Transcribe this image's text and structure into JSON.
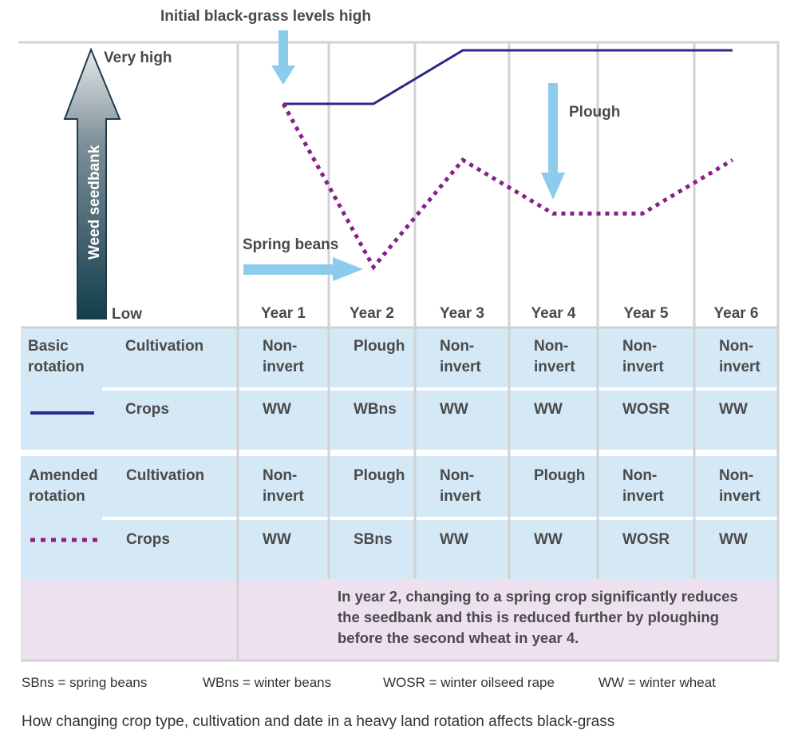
{
  "annotations": {
    "initial": "Initial black-grass levels high",
    "plough": "Plough",
    "spring_beans": "Spring beans"
  },
  "axis": {
    "label": "Weed seedbank",
    "high": "Very high",
    "low": "Low"
  },
  "years": [
    "Year 1",
    "Year 2",
    "Year 3",
    "Year 4",
    "Year 5",
    "Year 6"
  ],
  "basic": {
    "label": "Basic rotation",
    "cultivation_label": "Cultivation",
    "crops_label": "Crops",
    "cultivation": [
      "Non-\ninvert",
      "Plough",
      "Non-\ninvert",
      "Non-\ninvert",
      "Non-\ninvert",
      "Non-\ninvert"
    ],
    "crops": [
      "WW",
      "WBns",
      "WW",
      "WW",
      "WOSR",
      "WW"
    ]
  },
  "amended": {
    "label": "Amended rotation",
    "cultivation_label": "Cultivation",
    "crops_label": "Crops",
    "cultivation": [
      "Non-\ninvert",
      "Plough",
      "Non-\ninvert",
      "Plough",
      "Non-\ninvert",
      "Non-\ninvert"
    ],
    "crops": [
      "WW",
      "SBns",
      "WW",
      "WW",
      "WOSR",
      "WW"
    ]
  },
  "note": "In year 2, changing to a spring crop significantly reduces the seedbank and this is reduced further by ploughing before the second wheat in year 4.",
  "key": [
    "SBns = spring beans",
    "WBns = winter beans",
    "WOSR = winter oilseed rape",
    "WW = winter wheat"
  ],
  "caption": "How changing crop type, cultivation and date in a heavy land rotation affects black-grass",
  "colors": {
    "basic": "#2b2a8a",
    "amended": "#8a1f8a",
    "arrow": "#8ccbec",
    "cell": "#d4e8f6",
    "note": "#ede1f0",
    "grid": "#d2d2d2"
  },
  "chart_data": {
    "type": "line",
    "x": [
      "Year 1",
      "Year 2",
      "Year 3",
      "Year 4",
      "Year 5",
      "Year 6"
    ],
    "ylabel": "Weed seedbank",
    "ylim": [
      0,
      100
    ],
    "series": [
      {
        "name": "Basic rotation",
        "values": [
          80,
          80,
          100,
          100,
          100,
          100
        ],
        "style": "solid"
      },
      {
        "name": "Amended rotation",
        "values": [
          80,
          19,
          59,
          39,
          39,
          59
        ],
        "style": "dotted"
      }
    ]
  }
}
